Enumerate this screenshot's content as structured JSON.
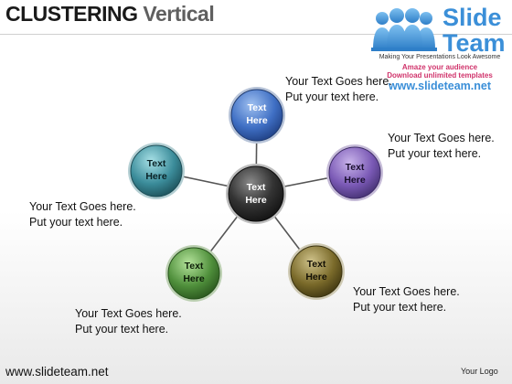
{
  "header": {
    "title_bold": "CLUSTERING",
    "title_light": "Vertical"
  },
  "logo": {
    "word1": "Slide",
    "word2": "Team",
    "tagline": "Making Your Presentations Look Awesome",
    "promo_line1": "Amaze your audience",
    "promo_line2": "Download unlimited templates",
    "url": "www.slideteam.net"
  },
  "diagram": {
    "center": {
      "line1": "Text",
      "line2": "Here"
    },
    "nodes": [
      {
        "id": "top",
        "line1": "Text",
        "line2": "Here",
        "color": "#3f6fc4"
      },
      {
        "id": "right",
        "line1": "Text",
        "line2": "Here",
        "color": "#7a59b5"
      },
      {
        "id": "bottom-right",
        "line1": "Text",
        "line2": "Here",
        "color": "#7a6a2a"
      },
      {
        "id": "bottom-left",
        "line1": "Text",
        "line2": "Here",
        "color": "#4f8f3b"
      },
      {
        "id": "left",
        "line1": "Text",
        "line2": "Here",
        "color": "#3b8c9a"
      }
    ],
    "notes": [
      {
        "id": "top",
        "line1": "Your Text Goes here.",
        "line2": "Put your text here."
      },
      {
        "id": "right",
        "line1": "Your Text Goes here.",
        "line2": "Put your text here."
      },
      {
        "id": "left",
        "line1": "Your Text Goes here.",
        "line2": "Put your text here."
      },
      {
        "id": "bottom-right",
        "line1": "Your Text Goes here.",
        "line2": "Put your text here."
      },
      {
        "id": "bottom-left",
        "line1": "Your Text Goes here.",
        "line2": "Put your text here."
      }
    ]
  },
  "footer": {
    "url": "www.slideteam.net",
    "logo_text": "Your Logo"
  }
}
